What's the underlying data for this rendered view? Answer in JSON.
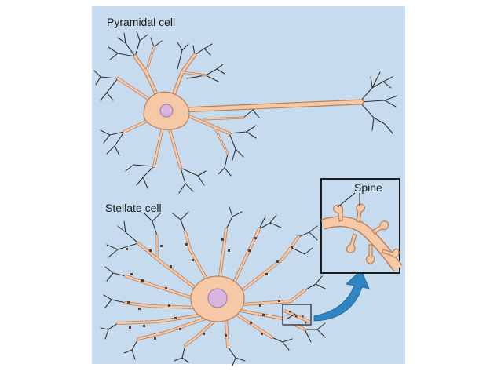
{
  "labels": {
    "pyramidal": "Pyramidal cell",
    "stellate": "Stellate cell",
    "spine": "Spine"
  },
  "colors": {
    "background": "#c6dcee",
    "cell_fill": "#f7c8a6",
    "cell_outline": "#b7805f",
    "nucleus": "#d7b5dc",
    "dendrite_tips": "#33302d",
    "spine_dots": "#5a3d2e",
    "arrow": "#2f86c4",
    "inset_frame": "#1d1d1d"
  },
  "icons": {
    "arrow": "curved-arrow-icon"
  }
}
